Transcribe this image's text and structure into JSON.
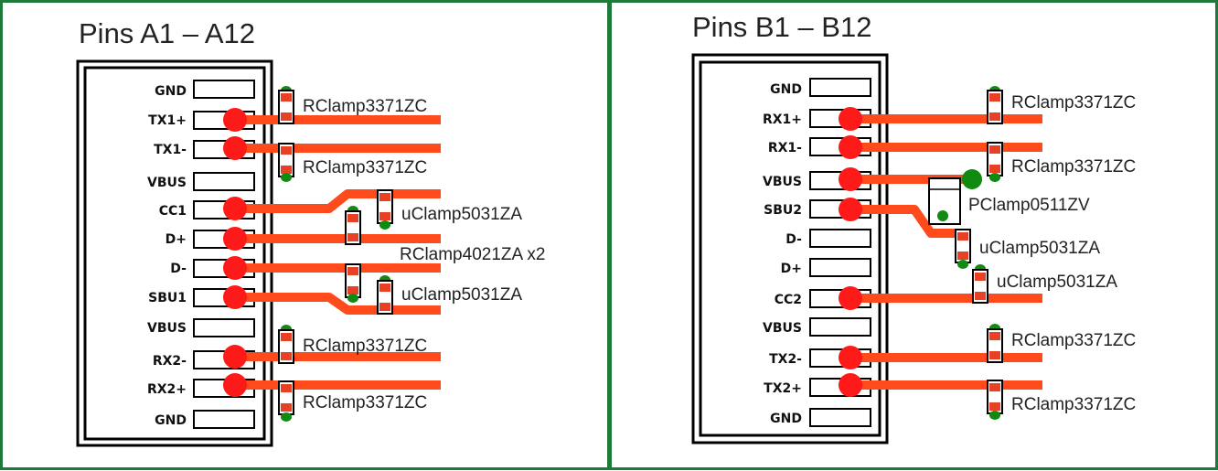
{
  "colors": {
    "frame": "#1f7a3a",
    "trace": "#ff4a1c",
    "pad": "#ff1a1a",
    "via": "#118a11",
    "chip_pad": "#e84025",
    "outline": "#000000"
  },
  "panels": [
    {
      "id": "a",
      "title": "Pins A1 – A12",
      "pins": [
        "GND",
        "TX1+",
        "TX1-",
        "VBUS",
        "CC1",
        "D+",
        "D-",
        "SBU1",
        "VBUS",
        "RX2-",
        "RX2+",
        "GND"
      ],
      "parts": [
        {
          "text": "RClamp3371ZC"
        },
        {
          "text": "RClamp3371ZC"
        },
        {
          "text": "uClamp5031ZA"
        },
        {
          "text": "RClamp4021ZA x2"
        },
        {
          "text": "uClamp5031ZA"
        },
        {
          "text": "RClamp3371ZC"
        },
        {
          "text": "RClamp3371ZC"
        }
      ]
    },
    {
      "id": "b",
      "title": "Pins B1 – B12",
      "pins": [
        "GND",
        "RX1+",
        "RX1-",
        "VBUS",
        "SBU2",
        "D-",
        "D+",
        "CC2",
        "VBUS",
        "TX2-",
        "TX2+",
        "GND"
      ],
      "parts": [
        {
          "text": "RClamp3371ZC"
        },
        {
          "text": "RClamp3371ZC"
        },
        {
          "text": "PClamp0511ZV"
        },
        {
          "text": "uClamp5031ZA"
        },
        {
          "text": "uClamp5031ZA"
        },
        {
          "text": "RClamp3371ZC"
        },
        {
          "text": "RClamp3371ZC"
        }
      ]
    }
  ]
}
